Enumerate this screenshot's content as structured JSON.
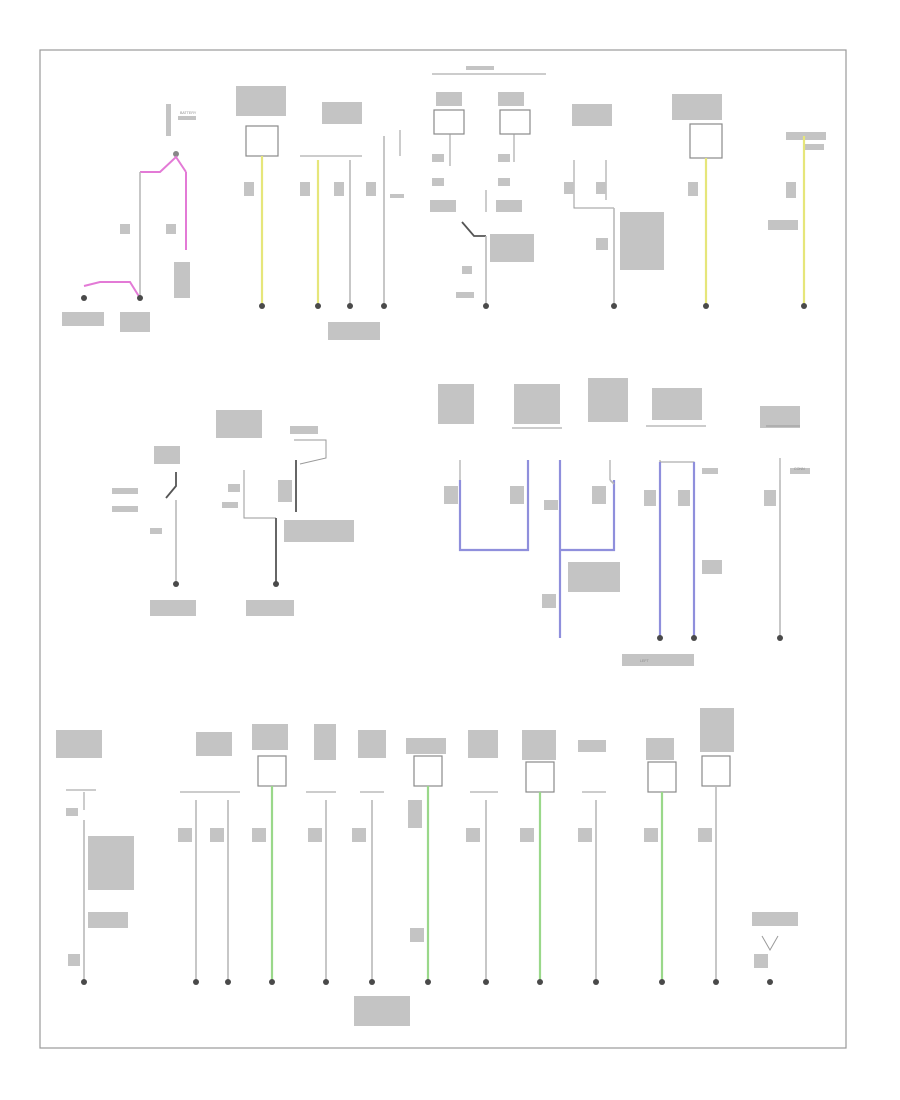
{
  "diagram": {
    "labels": {
      "top_connector": "",
      "left_battery": "BATTERY",
      "right_tag": "CONN",
      "mid_tag": "LEFT"
    },
    "footer": ""
  }
}
